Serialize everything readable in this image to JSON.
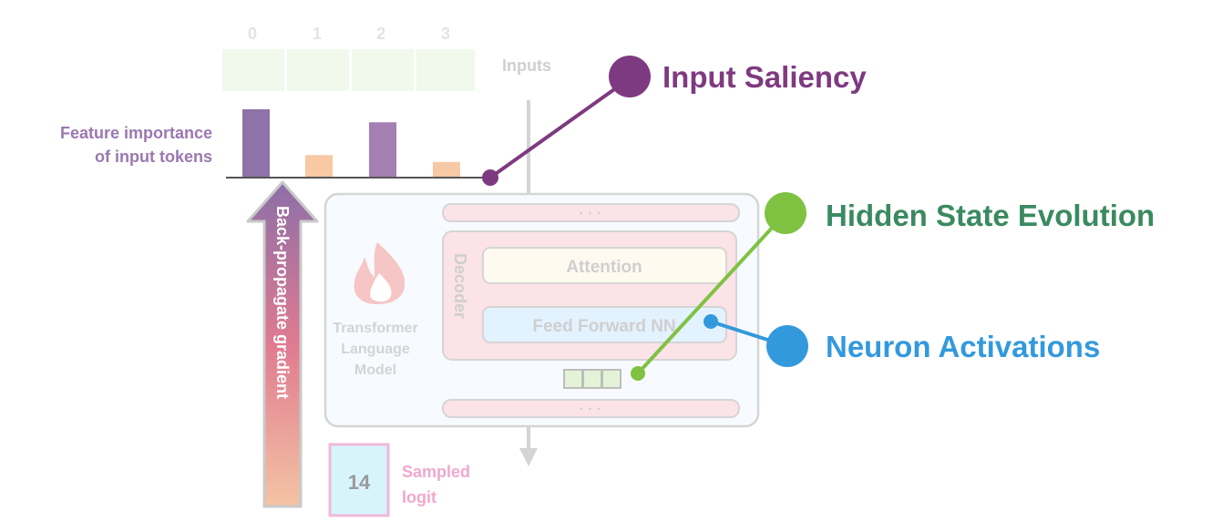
{
  "inputs": {
    "label": "Inputs",
    "token_indices": [
      "0",
      "1",
      "2",
      "3"
    ]
  },
  "saliency": {
    "caption_line1": "Feature importance",
    "caption_line2": "of input tokens",
    "importance": [
      1.0,
      0.33,
      0.81,
      0.23
    ]
  },
  "backprop": {
    "label": "Back-propagate gradient"
  },
  "model": {
    "icon": "flame-icon",
    "name_line1": "Transformer",
    "name_line2": "Language",
    "name_line3": "Model",
    "ellipsis_top": "· · ·",
    "ellipsis_bottom": "· · ·",
    "decoder_label": "Decoder",
    "attention_label": "Attention",
    "ffn_label": "Feed Forward NN"
  },
  "output": {
    "logit_value": "14",
    "caption_line1": "Sampled",
    "caption_line2": "logit"
  },
  "callouts": {
    "input_saliency": "Input Saliency",
    "hidden_state_evolution": "Hidden State Evolution",
    "neuron_activations": "Neuron Activations"
  },
  "colors": {
    "input_saliency": "#7e3a80",
    "hidden_state": "#7fc242",
    "hidden_state_text": "#3a8a60",
    "neuron": "#3399dd",
    "saliency_caption": "#9b78b0",
    "bar_high": "#8f72a8",
    "bar_mid": "#a37fb3",
    "bar_low": "#f7c9a5",
    "logit": "#f0a8cf"
  }
}
